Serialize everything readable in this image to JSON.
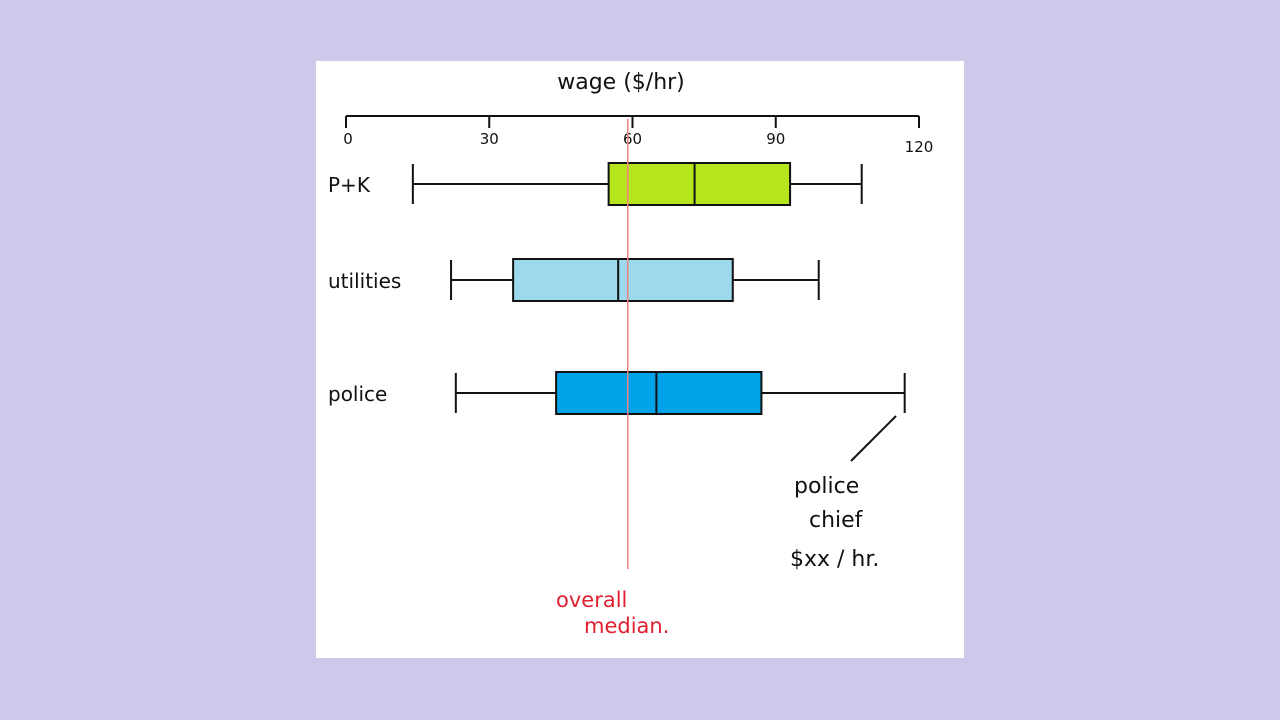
{
  "colors": {
    "page_background": "#d0c8ea",
    "card_background": "#ffffff",
    "ink": "#111111",
    "median_line": "#f08080",
    "median_label": "#e02030"
  },
  "chart_data": {
    "type": "boxplot",
    "title": "wage ($/hr)",
    "axis": {
      "min": 0,
      "max": 120,
      "ticks": [
        {
          "value": 0,
          "label": "0"
        },
        {
          "value": 30,
          "label": "30"
        },
        {
          "value": 60,
          "label": "60"
        },
        {
          "value": 90,
          "label": "90"
        },
        {
          "value": 120,
          "label": "120"
        }
      ]
    },
    "series": [
      {
        "name": "P+K",
        "color": "#b5e61d",
        "min": 14,
        "q1": 55,
        "median": 73,
        "q3": 93,
        "max": 108
      },
      {
        "name": "utilities",
        "color": "#9ed8ec",
        "min": 22,
        "q1": 35,
        "median": 57,
        "q3": 81,
        "max": 99
      },
      {
        "name": "police",
        "color": "#00a2e8",
        "min": 23,
        "q1": 44,
        "median": 65,
        "q3": 87,
        "max": 117
      }
    ],
    "overall_median": {
      "value": 59,
      "label_line1": "overall",
      "label_line2": "median."
    },
    "annotation": {
      "line1": "police",
      "line2": "chief",
      "line3": "$xx / hr."
    }
  }
}
